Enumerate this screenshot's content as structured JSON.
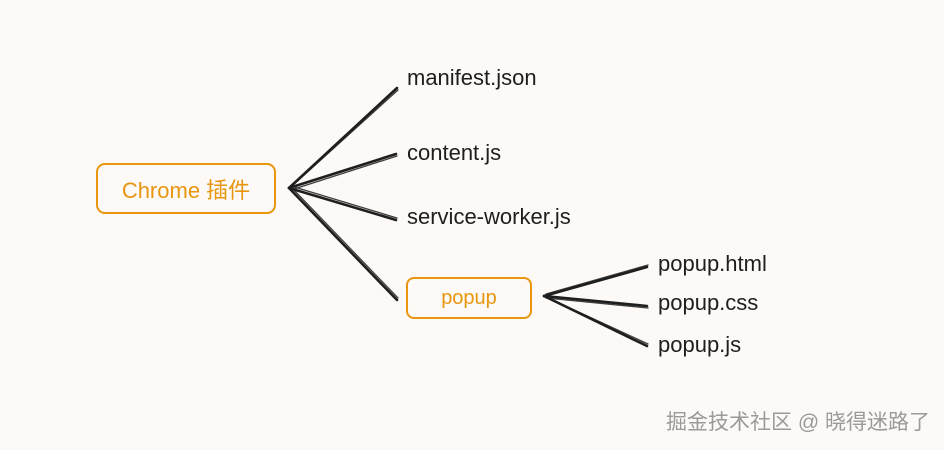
{
  "root": {
    "label": "Chrome 插件",
    "children": [
      {
        "label": "manifest.json"
      },
      {
        "label": "content.js"
      },
      {
        "label": "service-worker.js"
      },
      {
        "label": "popup",
        "children": [
          {
            "label": "popup.html"
          },
          {
            "label": "popup.css"
          },
          {
            "label": "popup.js"
          }
        ]
      }
    ]
  },
  "watermark": "掘金技术社区 @ 晓得迷路了",
  "colors": {
    "accent": "#e8960f",
    "text": "#1e1e1e",
    "line": "#1e1e1e",
    "background": "#fcf9f6",
    "watermark": "#9a9a9a"
  }
}
